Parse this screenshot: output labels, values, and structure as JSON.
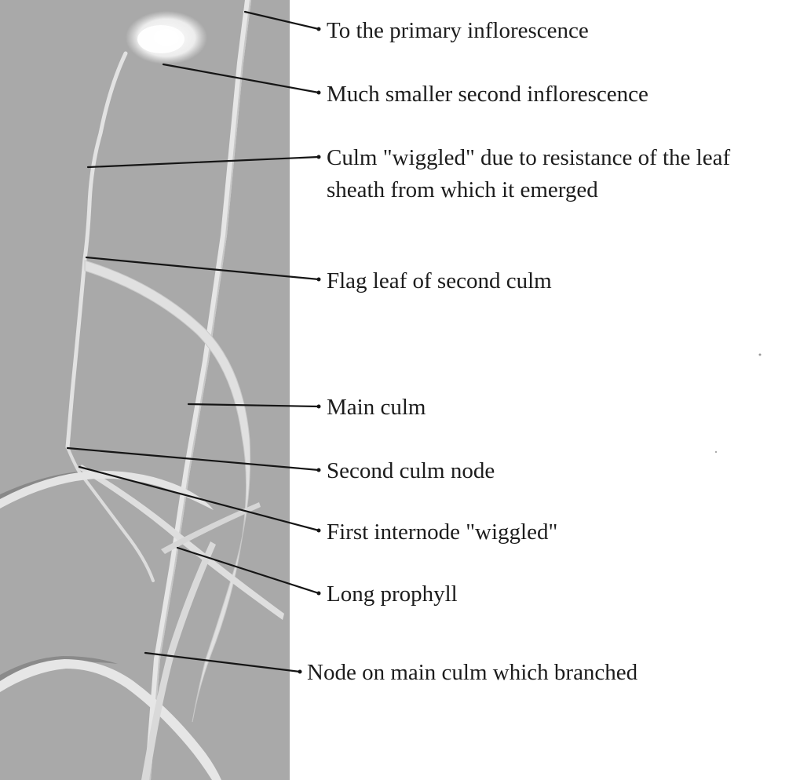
{
  "callouts": [
    {
      "id": "to-primary-inflorescence",
      "lines": [
        "To the primary inflorescence"
      ]
    },
    {
      "id": "second-inflorescence",
      "lines": [
        "Much smaller second inflorescence"
      ]
    },
    {
      "id": "culm-wiggled",
      "lines": [
        "Culm \"wiggled\" due to resistance of the leaf",
        "sheath from which it emerged"
      ]
    },
    {
      "id": "flag-leaf",
      "lines": [
        "Flag leaf of second culm"
      ]
    },
    {
      "id": "main-culm",
      "lines": [
        "Main culm"
      ]
    },
    {
      "id": "second-culm-node",
      "lines": [
        "Second culm node"
      ]
    },
    {
      "id": "first-internode",
      "lines": [
        "First internode \"wiggled\""
      ]
    },
    {
      "id": "long-prophyll",
      "lines": [
        "Long prophyll"
      ]
    },
    {
      "id": "node-main-culm",
      "lines": [
        "Node on main culm which branched"
      ]
    }
  ],
  "colors": {
    "photo_background": "#a9a9a9",
    "plant": "#e3e3e3",
    "plant_shadow": "#8a8a8a",
    "text": "#1c1c1c",
    "page": "#ffffff"
  }
}
